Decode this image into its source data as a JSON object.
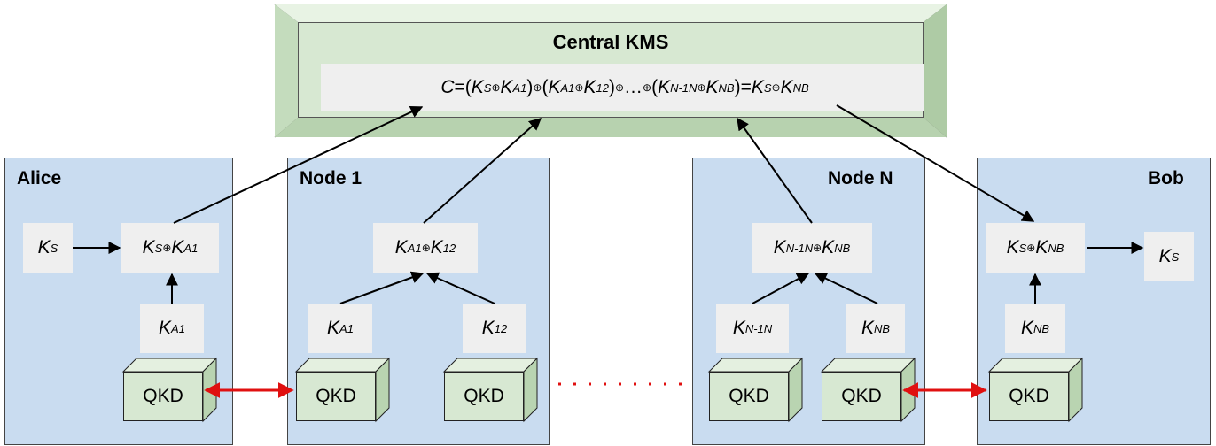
{
  "kms": {
    "title": "Central KMS",
    "formula": {
      "c": "C",
      "eq": " = ",
      "open": "(",
      "close": ")",
      "xor": "⊕",
      "ellipsis": "…",
      "k": "K",
      "s": "S",
      "a1": "A1",
      "n12": "12",
      "n1n": "N-1N",
      "nb": "NB"
    }
  },
  "panels": {
    "alice": "Alice",
    "node1": "Node 1",
    "nodeN": "Node N",
    "bob": "Bob"
  },
  "keys": {
    "k": "K",
    "xor": "⊕",
    "s": "S",
    "a1": "A1",
    "n12": "12",
    "n1n": "N-1N",
    "nb": "NB"
  },
  "qkd_label": "QKD",
  "colors": {
    "panel": "#c9dcf0",
    "kms": "#d7e8d2",
    "qkd": "#d7e8d2",
    "key_box": "#efefef",
    "link": "#e01010",
    "arrow": "#000000"
  }
}
